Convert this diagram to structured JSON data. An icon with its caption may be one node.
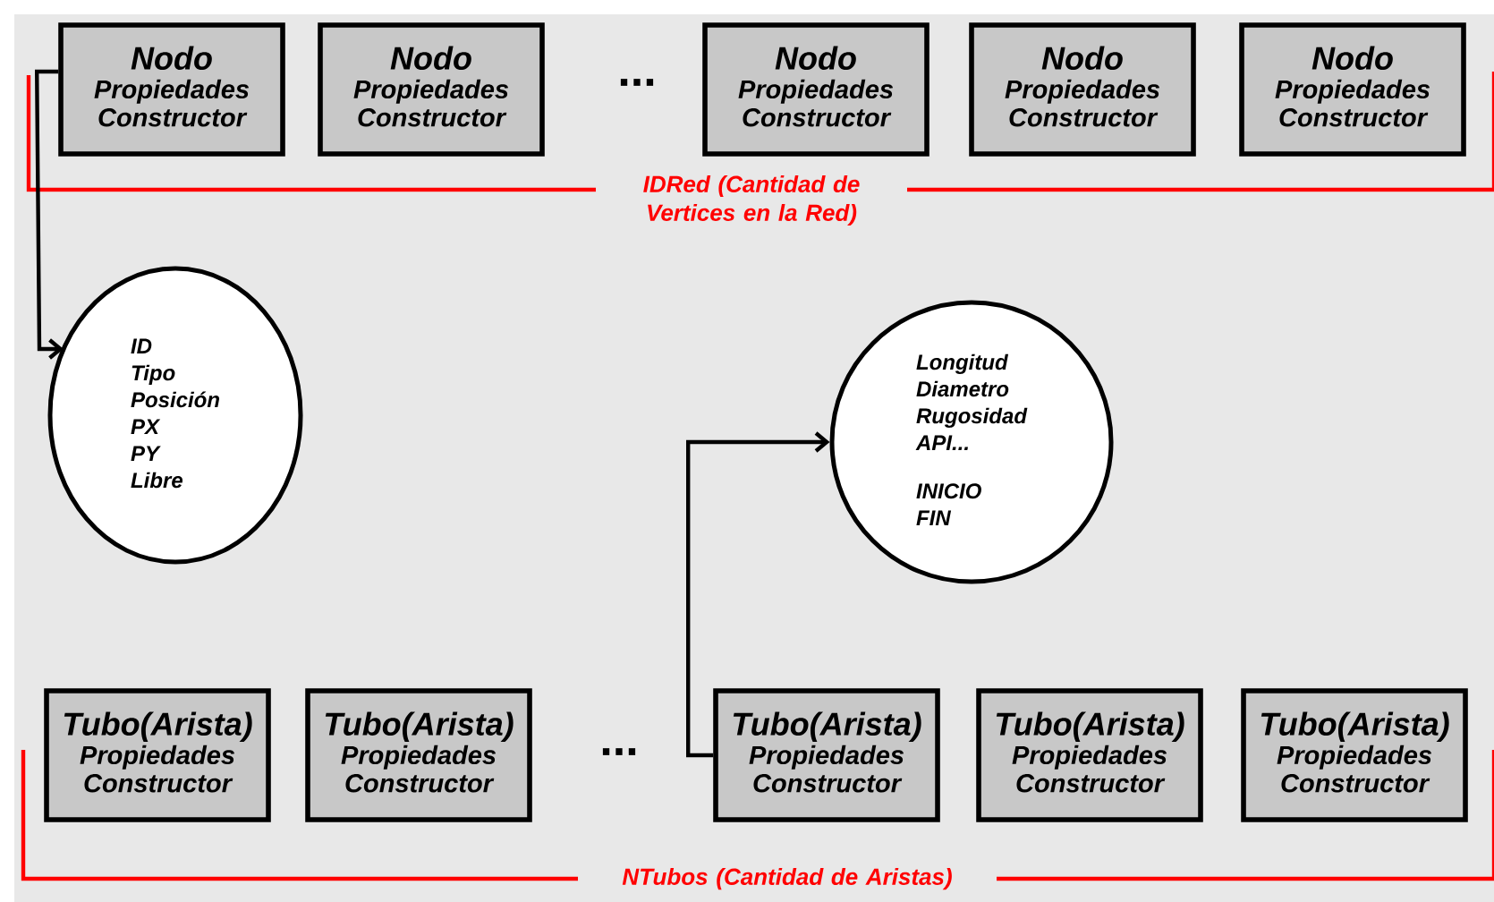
{
  "diagram": {
    "nodes": [
      {
        "text": [
          "Nodo",
          "Propiedades",
          "Constructor"
        ]
      },
      {
        "text": [
          "Nodo",
          "Propiedades",
          "Constructor"
        ]
      },
      {
        "text": [
          "Nodo",
          "Propiedades",
          "Constructor"
        ]
      },
      {
        "text": [
          "Nodo",
          "Propiedades",
          "Constructor"
        ]
      },
      {
        "text": [
          "Nodo",
          "Propiedades",
          "Constructor"
        ]
      },
      {
        "text": [
          "ID",
          "Tipo",
          "Posición",
          "PX",
          "PY",
          "Libre"
        ]
      },
      {
        "text": [
          "Longitud",
          "Diametro",
          "Rugosidad",
          "API...",
          "INICIO",
          "FIN"
        ]
      },
      {
        "text": [
          "Tubo(Arista)",
          "Propiedades",
          "Constructor"
        ]
      },
      {
        "text": [
          "Tubo(Arista)",
          "Propiedades",
          "Constructor"
        ]
      },
      {
        "text": [
          "Tubo(Arista)",
          "Propiedades",
          "Constructor"
        ]
      },
      {
        "text": [
          "Tubo(Arista)",
          "Propiedades",
          "Constructor"
        ]
      },
      {
        "text": [
          "Tubo(Arista)",
          "Propiedades",
          "Constructor"
        ]
      }
    ],
    "edges": [
      {
        "from": 0,
        "to": 5,
        "arrow": "to"
      },
      {
        "from": 9,
        "to": 6,
        "arrow": "to"
      }
    ],
    "labels": [
      "...",
      "IDRed (Cantidad de Vertices en la Red)",
      "...",
      "NTubos (Cantidad de Aristas)"
    ]
  }
}
